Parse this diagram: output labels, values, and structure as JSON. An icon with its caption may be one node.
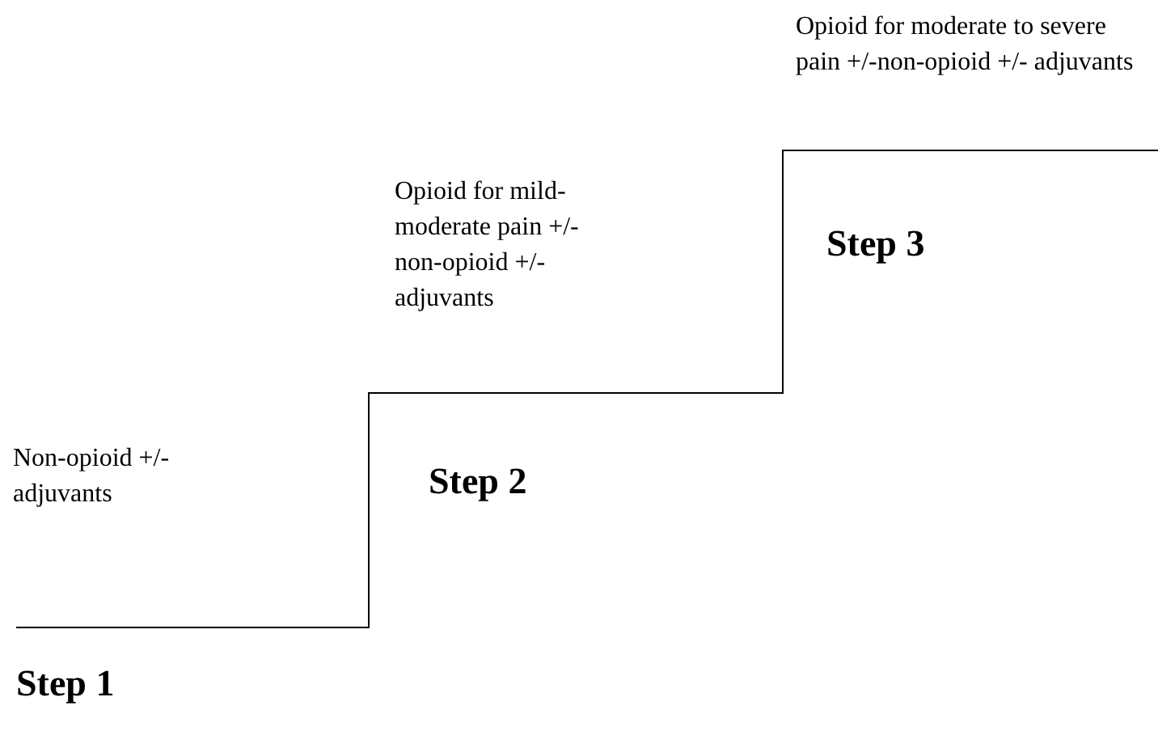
{
  "diagram": {
    "labels": [
      "Opioid for moderate to severe pain +/-non-opioid +/- adjuvants",
      "Opioid for mild-moderate pain +/-non-opioid +/- adjuvants",
      "Step 3",
      "Non-opioid +/- adjuvants",
      "Step 2",
      "Step 1"
    ]
  }
}
